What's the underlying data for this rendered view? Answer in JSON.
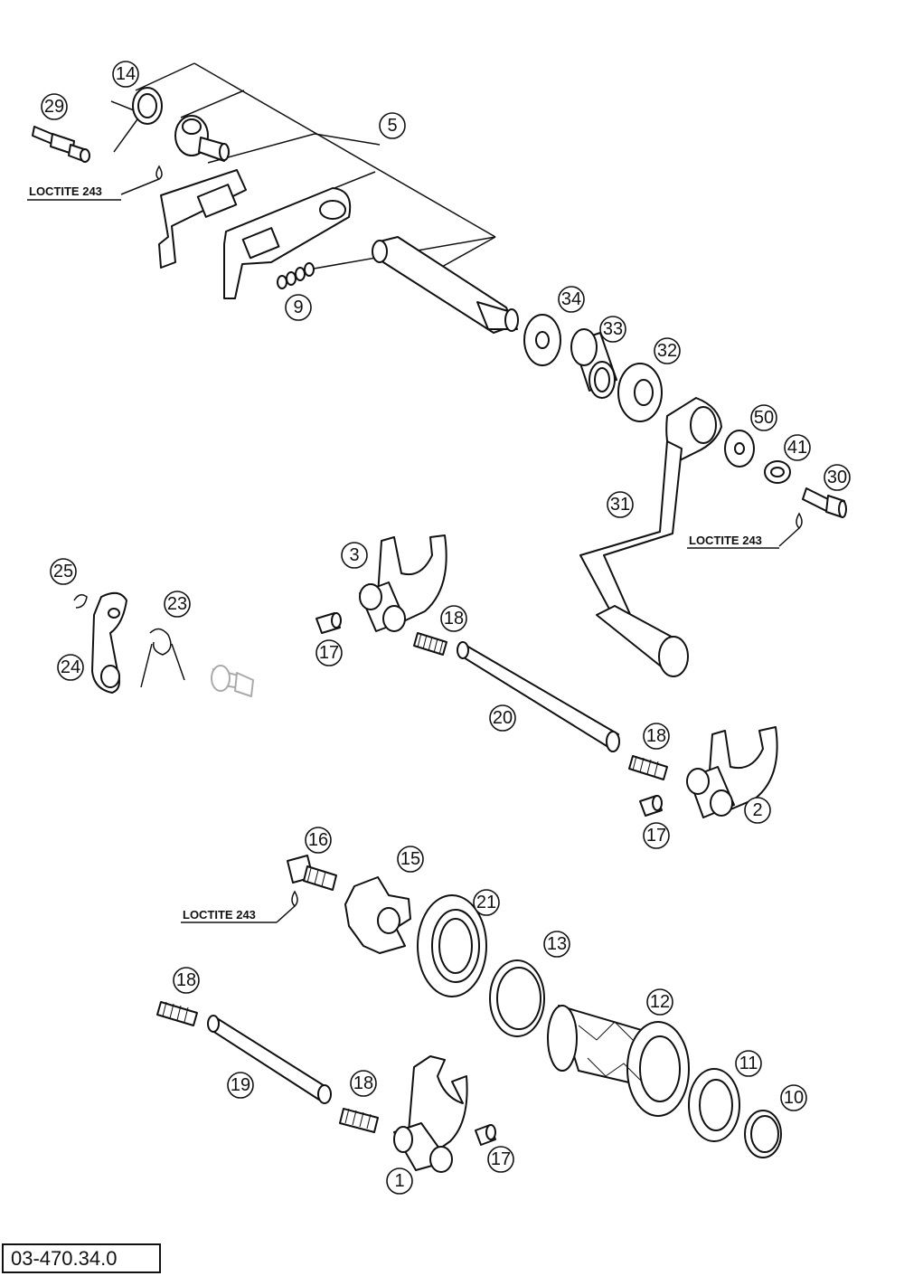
{
  "drawing_code": "03-470.34.0",
  "loctite": [
    "LOCTITE 243",
    "LOCTITE 243",
    "LOCTITE 243"
  ],
  "callouts": [
    "14",
    "29",
    "5",
    "9",
    "34",
    "33",
    "32",
    "50",
    "41",
    "30",
    "31",
    "3",
    "18",
    "17",
    "25",
    "23",
    "24",
    "20",
    "18",
    "2",
    "17",
    "16",
    "15",
    "21",
    "13",
    "12",
    "18",
    "19",
    "18",
    "11",
    "10",
    "17",
    "1"
  ],
  "colors": {
    "ink": "#111111",
    "paper": "#ffffff"
  }
}
